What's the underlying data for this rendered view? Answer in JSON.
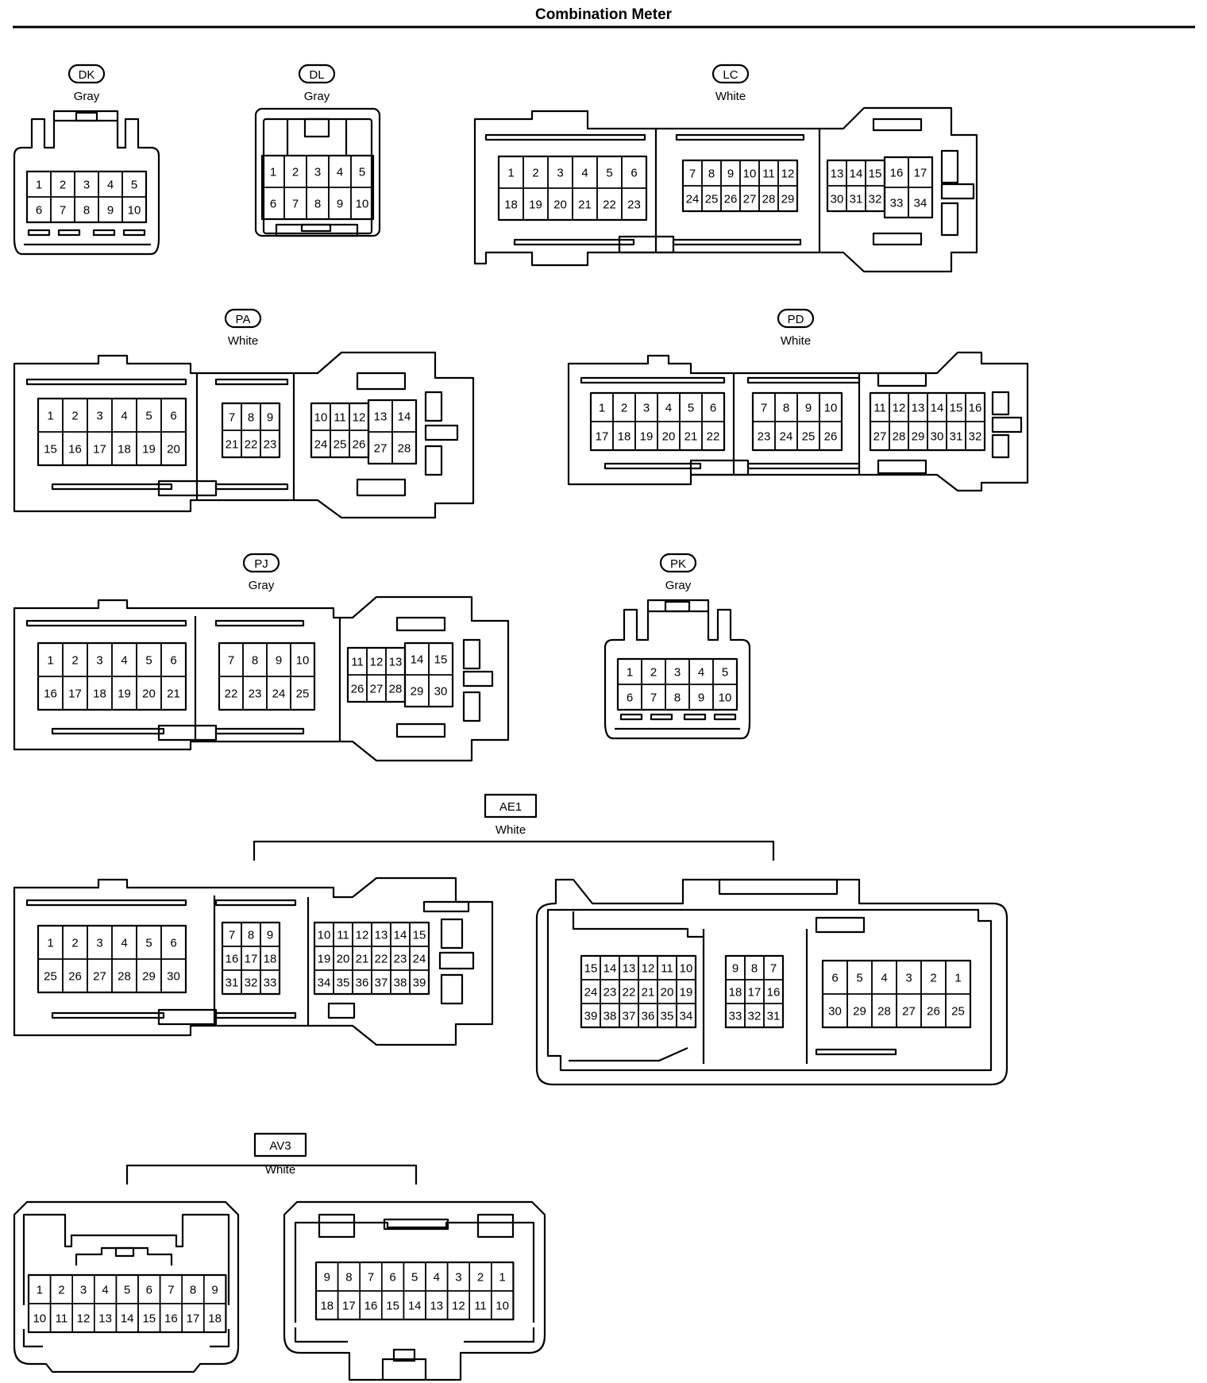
{
  "title": "Combination Meter",
  "connectors": {
    "dk": {
      "code": "DK",
      "color": "Gray",
      "pins": [
        [
          "1",
          "2",
          "3",
          "4",
          "5"
        ],
        [
          "6",
          "7",
          "8",
          "9",
          "10"
        ]
      ]
    },
    "dl": {
      "code": "DL",
      "color": "Gray",
      "pins": [
        [
          "1",
          "2",
          "3",
          "4",
          "5"
        ],
        [
          "6",
          "7",
          "8",
          "9",
          "10"
        ]
      ]
    },
    "lc": {
      "code": "LC",
      "color": "White",
      "groups": [
        [
          [
            "1",
            "2",
            "3",
            "4",
            "5",
            "6"
          ],
          [
            "18",
            "19",
            "20",
            "21",
            "22",
            "23"
          ]
        ],
        [
          [
            "7",
            "8",
            "9",
            "10",
            "11",
            "12"
          ],
          [
            "24",
            "25",
            "26",
            "27",
            "28",
            "29"
          ]
        ],
        [
          [
            "13",
            "14",
            "15"
          ],
          [
            "30",
            "31",
            "32"
          ]
        ],
        [
          [
            "16",
            "17"
          ],
          [
            "33",
            "34"
          ]
        ]
      ]
    },
    "pa": {
      "code": "PA",
      "color": "White",
      "groups": [
        [
          [
            "1",
            "2",
            "3",
            "4",
            "5",
            "6"
          ],
          [
            "15",
            "16",
            "17",
            "18",
            "19",
            "20"
          ]
        ],
        [
          [
            "7",
            "8",
            "9"
          ],
          [
            "21",
            "22",
            "23"
          ]
        ],
        [
          [
            "10",
            "11",
            "12"
          ],
          [
            "24",
            "25",
            "26"
          ]
        ],
        [
          [
            "13",
            "14"
          ],
          [
            "27",
            "28"
          ]
        ]
      ]
    },
    "pd": {
      "code": "PD",
      "color": "White",
      "groups": [
        [
          [
            "1",
            "2",
            "3",
            "4",
            "5",
            "6"
          ],
          [
            "17",
            "18",
            "19",
            "20",
            "21",
            "22"
          ]
        ],
        [
          [
            "7",
            "8",
            "9",
            "10"
          ],
          [
            "23",
            "24",
            "25",
            "26"
          ]
        ],
        [
          [
            "11",
            "12",
            "13",
            "14",
            "15",
            "16"
          ],
          [
            "27",
            "28",
            "29",
            "30",
            "31",
            "32"
          ]
        ]
      ]
    },
    "pj": {
      "code": "PJ",
      "color": "Gray",
      "groups": [
        [
          [
            "1",
            "2",
            "3",
            "4",
            "5",
            "6"
          ],
          [
            "16",
            "17",
            "18",
            "19",
            "20",
            "21"
          ]
        ],
        [
          [
            "7",
            "8",
            "9",
            "10"
          ],
          [
            "22",
            "23",
            "24",
            "25"
          ]
        ],
        [
          [
            "11",
            "12",
            "13"
          ],
          [
            "26",
            "27",
            "28"
          ]
        ],
        [
          [
            "14",
            "15"
          ],
          [
            "29",
            "30"
          ]
        ]
      ]
    },
    "pk": {
      "code": "PK",
      "color": "Gray",
      "pins": [
        [
          "1",
          "2",
          "3",
          "4",
          "5"
        ],
        [
          "6",
          "7",
          "8",
          "9",
          "10"
        ]
      ]
    },
    "ae1": {
      "code": "AE1",
      "color": "White",
      "left": [
        [
          [
            "1",
            "2",
            "3",
            "4",
            "5",
            "6"
          ],
          [
            "25",
            "26",
            "27",
            "28",
            "29",
            "30"
          ]
        ],
        [
          [
            "7",
            "8",
            "9"
          ],
          [
            "16",
            "17",
            "18"
          ],
          [
            "31",
            "32",
            "33"
          ]
        ],
        [
          [
            "10",
            "11",
            "12",
            "13",
            "14",
            "15"
          ],
          [
            "19",
            "20",
            "21",
            "22",
            "23",
            "24"
          ],
          [
            "34",
            "35",
            "36",
            "37",
            "38",
            "39"
          ]
        ]
      ],
      "right": [
        [
          [
            "15",
            "14",
            "13",
            "12",
            "11",
            "10"
          ],
          [
            "24",
            "23",
            "22",
            "21",
            "20",
            "19"
          ],
          [
            "39",
            "38",
            "37",
            "36",
            "35",
            "34"
          ]
        ],
        [
          [
            "9",
            "8",
            "7"
          ],
          [
            "18",
            "17",
            "16"
          ],
          [
            "33",
            "32",
            "31"
          ]
        ],
        [
          [
            "6",
            "5",
            "4",
            "3",
            "2",
            "1"
          ],
          [
            "30",
            "29",
            "28",
            "27",
            "26",
            "25"
          ]
        ]
      ]
    },
    "av3": {
      "code": "AV3",
      "color": "White",
      "left": [
        [
          "1",
          "2",
          "3",
          "4",
          "5",
          "6",
          "7",
          "8",
          "9"
        ],
        [
          "10",
          "11",
          "12",
          "13",
          "14",
          "15",
          "16",
          "17",
          "18"
        ]
      ],
      "right": [
        [
          "9",
          "8",
          "7",
          "6",
          "5",
          "4",
          "3",
          "2",
          "1"
        ],
        [
          "18",
          "17",
          "16",
          "15",
          "14",
          "13",
          "12",
          "11",
          "10"
        ]
      ]
    }
  }
}
